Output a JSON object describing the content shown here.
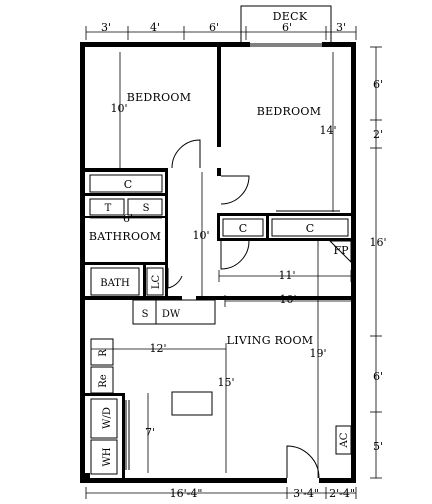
{
  "rooms": {
    "deck": "DECK",
    "bedroom_left": "BEDROOM",
    "bedroom_right": "BEDROOM",
    "bathroom": "BATHROOM",
    "living_room": "LIVING ROOM"
  },
  "fixtures": {
    "closet_left": "C",
    "closet_mid": "C",
    "closet_right": "C",
    "toilet": "T",
    "shower": "S",
    "bath": "BATH",
    "linen_closet": "LC",
    "sink": "S",
    "dishwasher": "DW",
    "range": "R",
    "refrigerator": "Re",
    "washer_dryer": "W/D",
    "water_heater": "WH",
    "fireplace": "FP",
    "ac": "AC"
  },
  "dimensions": {
    "top_3a": "3'",
    "top_4": "4'",
    "top_6a": "6'",
    "top_6b": "6'",
    "top_3b": "3'",
    "bedroom_left_height": "10'",
    "bedroom_right_height": "14'",
    "right_6a": "6'",
    "right_2": "2'",
    "right_16": "16'",
    "bath_width": "6'",
    "hall_10": "10'",
    "right_11": "11'",
    "living_10": "10'",
    "kitchen_12": "12'",
    "living_19": "19'",
    "right_6b": "6'",
    "living_15": "15'",
    "utility_7": "7'",
    "right_5": "5'",
    "bottom_16_4": "16'-4\"",
    "bottom_3_4": "3'-4\"",
    "bottom_2_4": "2'-4\""
  }
}
